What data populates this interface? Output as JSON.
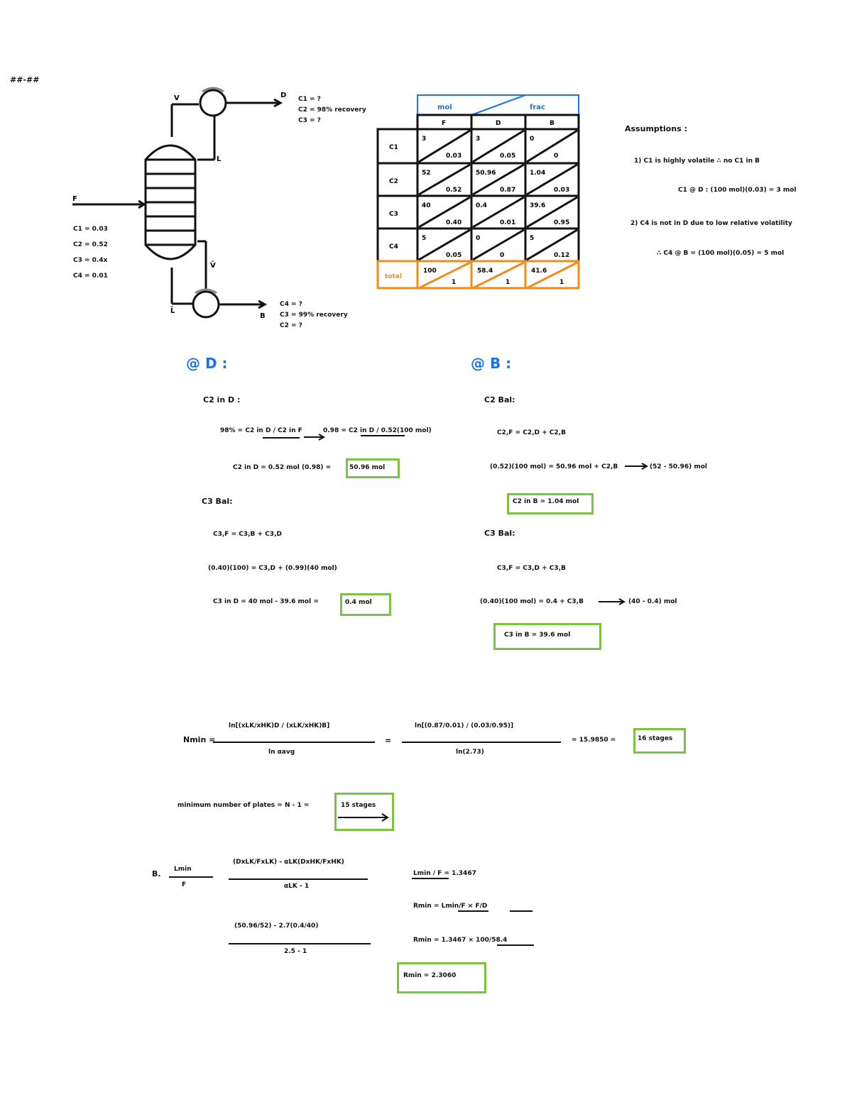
{
  "page_label": "##-##",
  "column": {
    "feed_label": "F",
    "feed_comp": [
      "C1 = 0.03",
      "C2 = 0.52",
      "C3 = 0.4x",
      "C4 = 0.01"
    ],
    "top_vapor": "V",
    "top_reflux": "L",
    "top_product": "D",
    "top_spec": [
      "C1 = ?",
      "C2 = 98% recovery",
      "C3 = ?"
    ],
    "bottom_vapor": "V̄",
    "bottom_liquid": "L̄",
    "bottom_product": "B",
    "bottom_spec": [
      "C4 = ?",
      "C3 = 99% recovery",
      "C2 = ?"
    ]
  },
  "table": {
    "group_left": "mol",
    "group_right": "frac",
    "col_headers": [
      "F",
      "D",
      "B"
    ],
    "rows": [
      {
        "label": "C1",
        "cells": [
          [
            "3",
            "0.03"
          ],
          [
            "3",
            "0.05"
          ],
          [
            "0",
            "0"
          ]
        ]
      },
      {
        "label": "C2",
        "cells": [
          [
            "52",
            "0.52"
          ],
          [
            "50.96",
            "0.87"
          ],
          [
            "1.04",
            "0.03"
          ]
        ]
      },
      {
        "label": "C3",
        "cells": [
          [
            "40",
            "0.40"
          ],
          [
            "0.4",
            "0.01"
          ],
          [
            "39.6",
            "0.95"
          ]
        ]
      },
      {
        "label": "C4",
        "cells": [
          [
            "5",
            "0.05"
          ],
          [
            "0",
            "0"
          ],
          [
            "5",
            "0.12"
          ]
        ]
      }
    ],
    "total": {
      "label": "total",
      "cells": [
        [
          "100",
          "1"
        ],
        [
          "58.4",
          "1"
        ],
        [
          "41.6",
          "1"
        ]
      ]
    }
  },
  "assumptions": {
    "title": "Assumptions :",
    "lines": [
      "1) C1 is highly volatile ∴ no C1 in B",
      "C1 @ D : (100 mol)(0.03) = 3 mol",
      "2) C4 is not in D due to low relative volatility",
      "∴ C4 @ B = (100 mol)(0.05) = 5 mol"
    ]
  },
  "left_section": {
    "heading": "@ D :",
    "sub1": "C2 in D :",
    "eq1": "98% = C2 in D / C2 in F",
    "eq1b": "0.98 = C2 in D / 0.52(100 mol)",
    "eq2": "C2 in D = 0.52 mol (0.98) =",
    "ans1": "50.96 mol",
    "sub2": "C3 Bal:",
    "eq3": "C3,F = C3,B + C3,D",
    "eq4": "(0.40)(100) = C3,D + (0.99)(40 mol)",
    "eq5": "C3 in D = 40 mol - 39.6 mol =",
    "ans2": "0.4 mol"
  },
  "right_section": {
    "heading": "@ B :",
    "sub1": "C2 Bal:",
    "eq1": "C2,F = C2,D + C2,B",
    "eq2": "(0.52)(100 mol) = 50.96 mol + C2,B",
    "eq2b": "(52 - 50.96) mol",
    "ans1": "C2 in B = 1.04 mol",
    "sub2": "C3 Bal:",
    "eq3": "C3,F = C3,D + C3,B",
    "eq4": "(0.40)(100 mol) = 0.4 + C3,B",
    "eq4b": "(40 - 0.4) mol",
    "ans2": "C3 in B = 39.6 mol"
  },
  "fenske": {
    "lhs": "Nmin =",
    "num1": "ln[(xLK/xHK)D / (xLK/xHK)B]",
    "den1": "ln αavg",
    "eq": "=",
    "num2": "ln[(0.87/0.01) / (0.03/0.95)]",
    "den2": "ln(2.73)",
    "result": "= 15.9850 =",
    "ans": "16 stages"
  },
  "plates": {
    "text": "minimum number of plates = N - 1 =",
    "ans": "15 stages"
  },
  "underwood": {
    "label": "B.",
    "lhs_num": "Lmin",
    "lhs_den": "F",
    "rhs_num": "(DxLK/FxLK) - αLK(DxHK/FxHK)",
    "rhs_den": "αLK - 1",
    "rhs2_num": "(50.96/52) - 2.7(0.4/40)",
    "rhs2_den": "2.5 - 1",
    "r1": "Lmin / F = 1.3467",
    "r2": "Rmin = Lmin/F × F/D",
    "r3": "Rmin = 1.3467 × 100/58.4",
    "ans": "Rmin = 2.3060"
  }
}
